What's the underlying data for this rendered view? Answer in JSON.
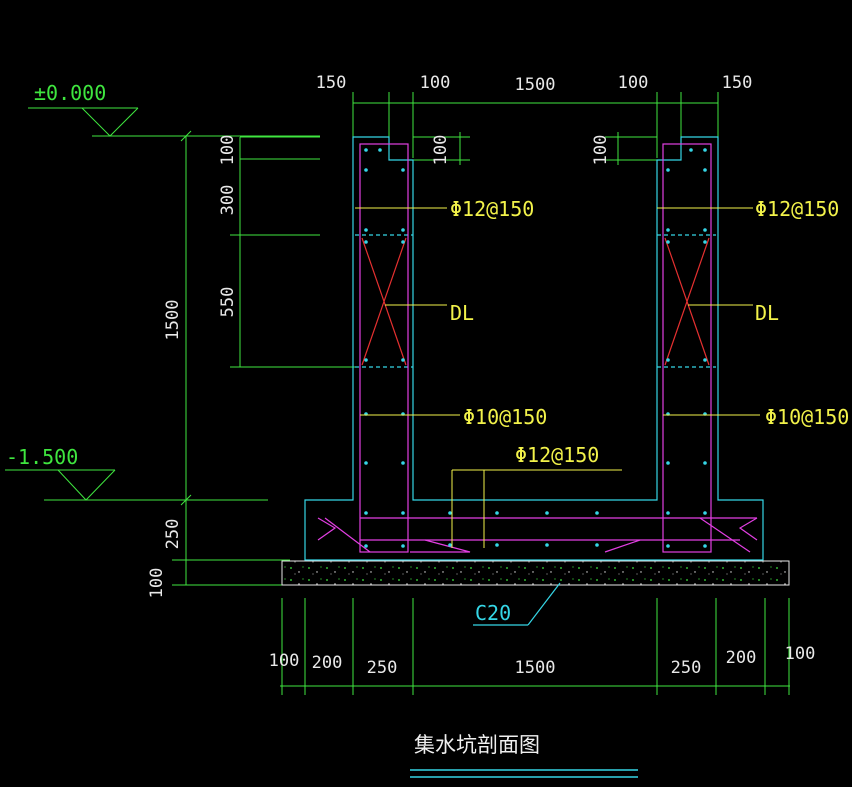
{
  "title": "集水坑剖面图",
  "levels": {
    "top": "±0.000",
    "bottom": "-1.500"
  },
  "top_dims": [
    "150",
    "100",
    "1500",
    "100",
    "150"
  ],
  "inner_dims": {
    "left": "100",
    "right": "100"
  },
  "left_vertical_dims": [
    "100",
    "300",
    "550"
  ],
  "overall_height": "1500",
  "base_dims": [
    "250",
    "100"
  ],
  "bottom_dims": [
    "100",
    "200",
    "250",
    "1500",
    "250",
    "200",
    "100"
  ],
  "rebar_labels": {
    "wall_top_left": "Φ12@150",
    "wall_top_right": "Φ12@150",
    "beam_left": "DL",
    "beam_right": "DL",
    "wall_left": "Φ10@150",
    "wall_right": "Φ10@150",
    "slab": "Φ12@150"
  },
  "concrete_label": "C20",
  "colors": {
    "background": "#000000",
    "dimension": "#3fe63f",
    "outline": "#35d6e6",
    "rebar": "#e23fe2",
    "label": "#f2f24a"
  }
}
